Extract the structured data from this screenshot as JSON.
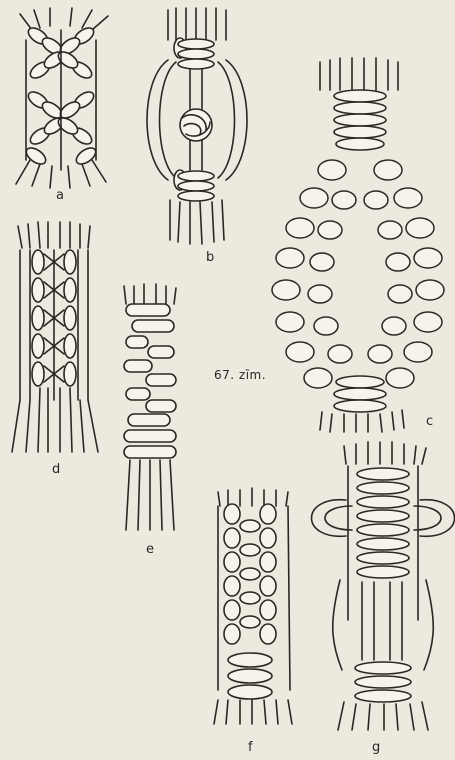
{
  "caption": "67. zīm.",
  "labels": {
    "a": "a",
    "b": "b",
    "c": "c",
    "d": "d",
    "e": "e",
    "f": "f",
    "g": "g"
  },
  "colors": {
    "paper": "#ede9df",
    "ink": "#2a2824",
    "knot_fill": "#f6f3ec"
  }
}
